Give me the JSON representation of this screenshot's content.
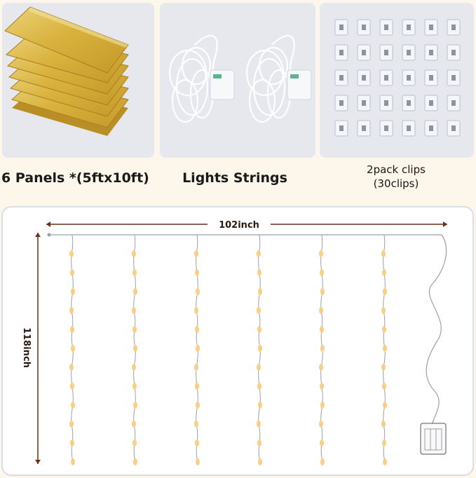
{
  "products": [
    {
      "caption": "6 Panels *(5ftx10ft)",
      "image": "gold-curtain-panels"
    },
    {
      "caption": "Lights Strings",
      "image": "led-string-lights-with-battery-box"
    },
    {
      "caption_line1": "2pack clips",
      "caption_line2": "(30clips)",
      "image": "transparent-hook-clips"
    }
  ],
  "dimensions": {
    "width_label": "102inch",
    "height_label": "118inch"
  },
  "colors": {
    "gold": "#d9b23d",
    "dimension_line": "#6b2e14",
    "bulb": "#f9cf86"
  },
  "strand_count": 6,
  "bulbs_per_strand": 12
}
